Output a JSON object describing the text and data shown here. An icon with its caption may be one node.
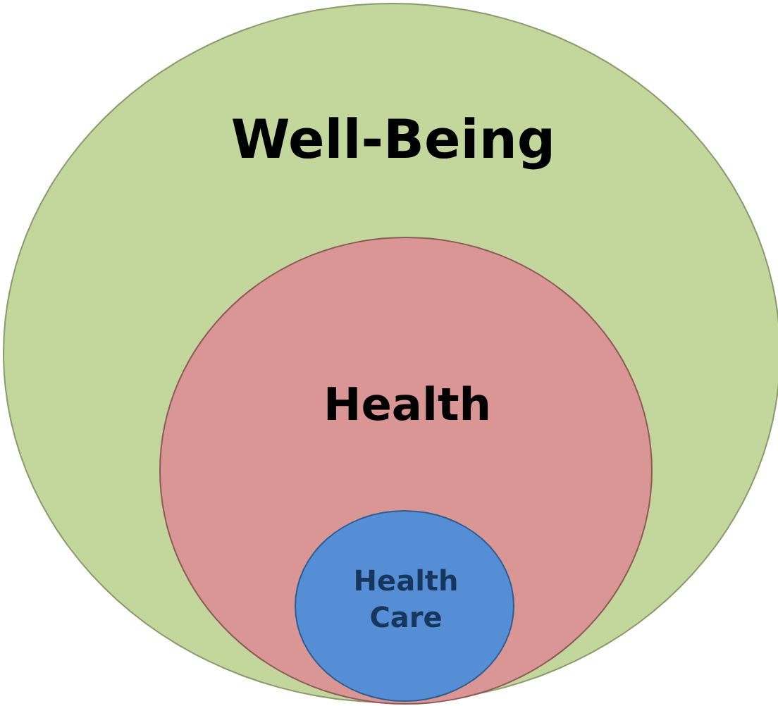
{
  "diagram": {
    "nodes": [
      {
        "text": [
          "Well-Being"
        ]
      },
      {
        "text": [
          "Health"
        ],
        "in": 0
      },
      {
        "text": [
          "Health Care"
        ],
        "in": 1
      }
    ]
  }
}
